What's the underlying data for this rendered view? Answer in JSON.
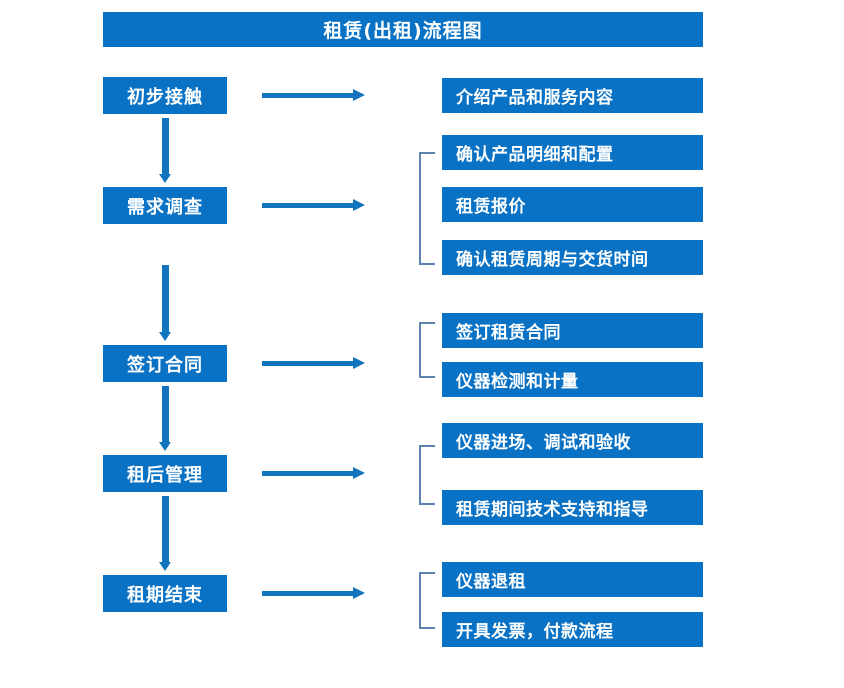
{
  "chart_title": "租赁(出租)流程图",
  "colors": {
    "box_blue": "#0A72C4",
    "arrow_blue": "#1274BC",
    "bracket_gray_blue": "#5E83AE",
    "text_white": "#FFFFFF",
    "background": "#FFFFFF"
  },
  "stages": [
    {
      "label": "初步接触"
    },
    {
      "label": "需求调查"
    },
    {
      "label": "签订合同"
    },
    {
      "label": "租后管理"
    },
    {
      "label": "租期结束"
    }
  ],
  "details": [
    {
      "label": "介绍产品和服务内容"
    },
    {
      "label": "确认产品明细和配置"
    },
    {
      "label": "租赁报价"
    },
    {
      "label": "确认租赁周期与交货时间"
    },
    {
      "label": "签订租赁合同"
    },
    {
      "label": "仪器检测和计量"
    },
    {
      "label": "仪器进场、调试和验收"
    },
    {
      "label": "租赁期间技术支持和指导"
    },
    {
      "label": "仪器退租"
    },
    {
      "label": "开具发票，付款流程"
    }
  ]
}
